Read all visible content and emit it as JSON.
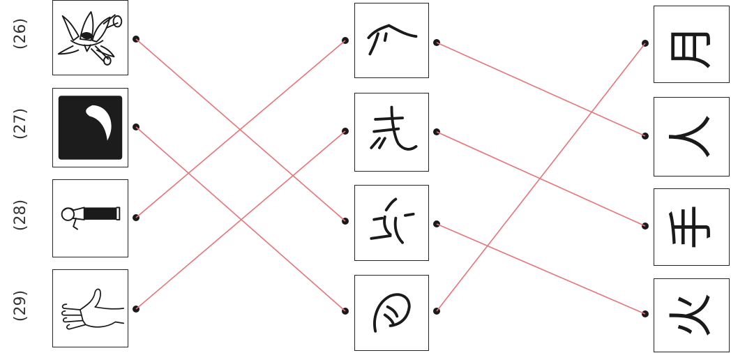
{
  "question_numbers": [
    "(26)",
    "(27)",
    "(28)",
    "(29)"
  ],
  "pictures": [
    {
      "icon": "lotus-flower-icon"
    },
    {
      "icon": "crescent-moon-icon"
    },
    {
      "icon": "bowing-person-icon"
    },
    {
      "icon": "hand-icon"
    }
  ],
  "ancient_characters": [
    {
      "icon": "ancient-person-glyph"
    },
    {
      "icon": "ancient-hand-glyph"
    },
    {
      "icon": "ancient-fire-glyph"
    },
    {
      "icon": "ancient-moon-glyph"
    }
  ],
  "modern_characters": [
    "月",
    "人",
    "手",
    "火"
  ],
  "matches_picture_to_ancient": [
    [
      0,
      2
    ],
    [
      1,
      3
    ],
    [
      2,
      0
    ],
    [
      3,
      1
    ]
  ],
  "matches_ancient_to_modern": [
    [
      0,
      1
    ],
    [
      1,
      2
    ],
    [
      2,
      3
    ],
    [
      3,
      0
    ]
  ],
  "colors": {
    "match_line": "#e8737a",
    "ink": "#1a1a1a"
  }
}
